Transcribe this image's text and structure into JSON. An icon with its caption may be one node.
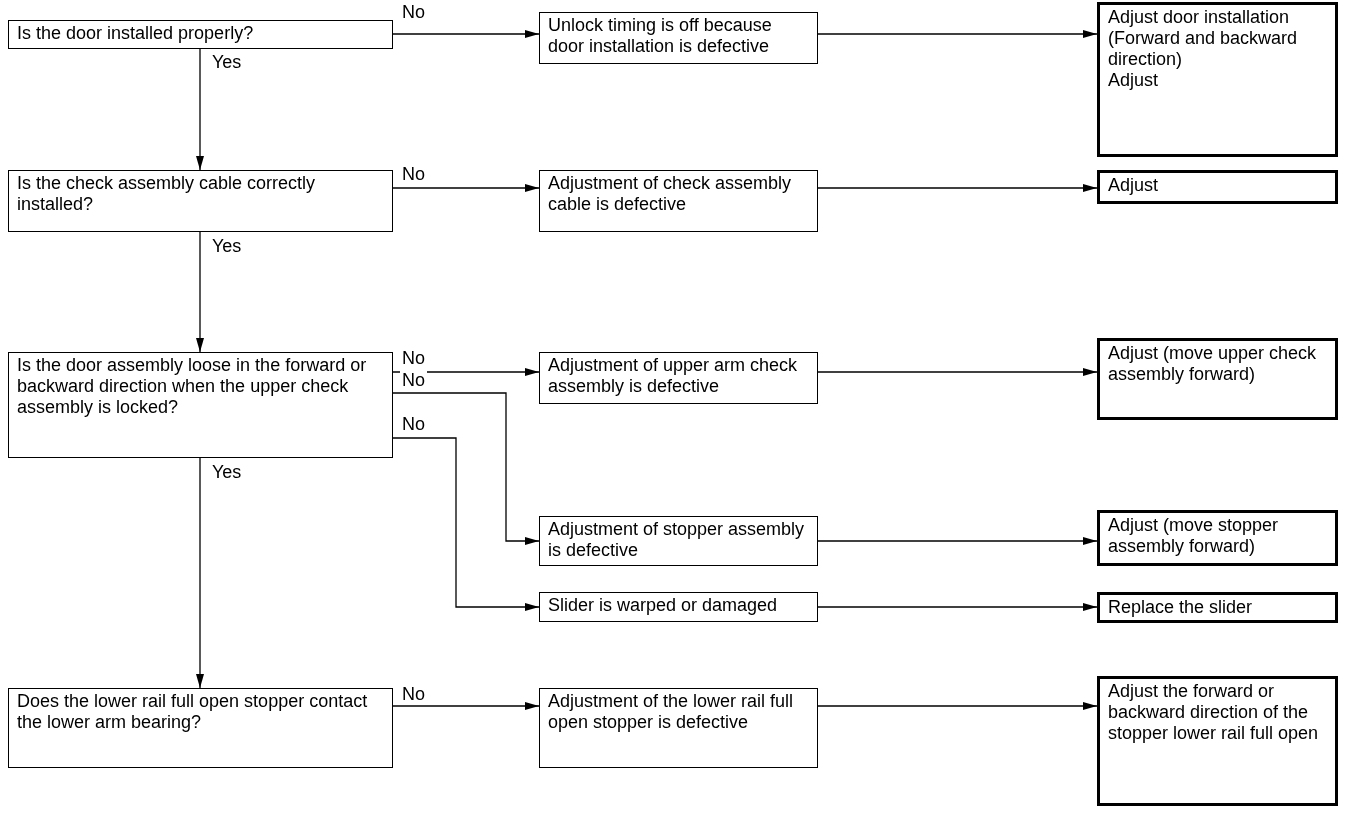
{
  "diagram": {
    "nodes": [
      {
        "text": [
          "Is the door installed properly?"
        ]
      },
      {
        "text": [
          "Unlock timing is off because door installation is defective"
        ]
      },
      {
        "text": [
          "Adjust door installation (Forward and backward direction)",
          "Adjust"
        ]
      },
      {
        "text": [
          "Is the check assembly cable correctly installed?"
        ]
      },
      {
        "text": [
          "Adjustment of check assembly cable is defective"
        ]
      },
      {
        "text": [
          "Adjust"
        ]
      },
      {
        "text": [
          "Is the door assembly loose in the forward or backward direction when the upper check assembly is locked?"
        ]
      },
      {
        "text": [
          "Adjustment of upper arm check assembly is defective"
        ]
      },
      {
        "text": [
          "Adjust (move upper check assembly forward)"
        ]
      },
      {
        "text": [
          "Adjustment of stopper assembly is defective"
        ]
      },
      {
        "text": [
          "Adjust (move stopper assembly forward)"
        ]
      },
      {
        "text": [
          "Slider is warped or damaged"
        ]
      },
      {
        "text": [
          "Replace the slider"
        ]
      },
      {
        "text": [
          "Does the lower rail full open stopper contact the lower arm bearing?"
        ]
      },
      {
        "text": [
          "Adjustment of the lower rail full open stopper is defective"
        ]
      },
      {
        "text": [
          "Adjust the forward or backward direction of the stopper lower rail full open"
        ]
      }
    ],
    "edges": [
      {
        "from": 0,
        "to": 1,
        "arrow": "to",
        "label": "No"
      },
      {
        "from": 1,
        "to": 2,
        "arrow": "to"
      },
      {
        "from": 0,
        "to": 3,
        "arrow": "to",
        "label": "Yes"
      },
      {
        "from": 3,
        "to": 4,
        "arrow": "to",
        "label": "No"
      },
      {
        "from": 4,
        "to": 5,
        "arrow": "to"
      },
      {
        "from": 3,
        "to": 6,
        "arrow": "to",
        "label": "Yes"
      },
      {
        "from": 6,
        "to": 7,
        "arrow": "to",
        "label": "No"
      },
      {
        "from": 7,
        "to": 8,
        "arrow": "to"
      },
      {
        "from": 6,
        "to": 9,
        "arrow": "to",
        "label": "No"
      },
      {
        "from": 9,
        "to": 10,
        "arrow": "to"
      },
      {
        "from": 6,
        "to": 11,
        "arrow": "to",
        "label": "No"
      },
      {
        "from": 11,
        "to": 12,
        "arrow": "to"
      },
      {
        "from": 6,
        "to": 13,
        "arrow": "to",
        "label": "Yes"
      },
      {
        "from": 13,
        "to": 14,
        "arrow": "to",
        "label": "No"
      },
      {
        "from": 14,
        "to": 15,
        "arrow": "to"
      }
    ]
  }
}
